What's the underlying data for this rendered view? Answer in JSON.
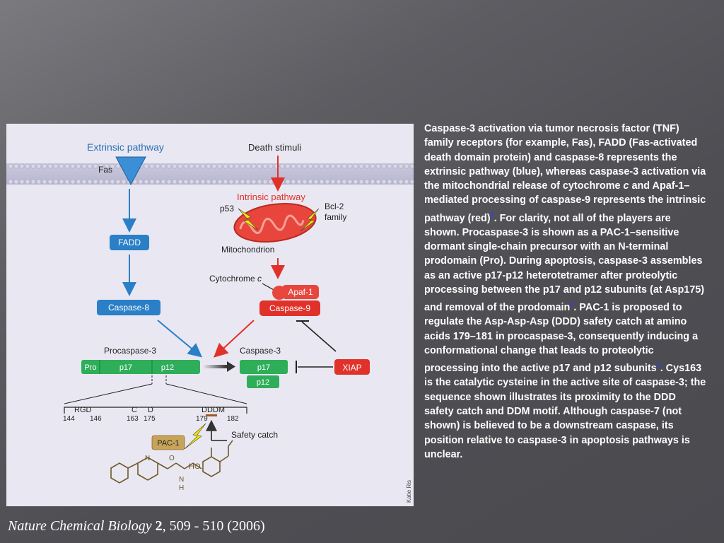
{
  "caption": {
    "p1": "Caspase-3 activation via tumor necrosis factor (TNF) family receptors (for example, Fas), FADD (Fas-activated death domain protein) and caspase-8 represents the extrinsic pathway (blue), whereas caspase-3 activation via the mitochondrial release of cytochrome ",
    "c": "c",
    "p2": " and Apaf-1–mediated processing of caspase-9 represents the intrinsic pathway (red)",
    "ref1": "3",
    "p3": ". For clarity, not all of the players are shown. Procaspase-3 is shown as a PAC-1–sensitive dormant single-chain precursor with an N-terminal prodomain (Pro). During apoptosis, caspase-3 assembles as an active p17-p12 heterotetramer after proteolytic processing between the p17 and p12 subunits (at Asp175) and removal of the prodomain",
    "ref2": "2",
    "p4": ". PAC-1 is proposed to regulate the Asp-Asp-Asp (DDD) safety catch at amino acids 179–181 in procaspase-3, consequently inducing a conformational change that leads to proteolytic processing into the active p17 and p12 subunits",
    "ref3": "1",
    "p5": ". Cys163 is the catalytic cysteine in the active site of caspase-3; the sequence shown illustrates its proximity to the DDD safety catch and DDM motif. Although caspase-7 (not shown) is believed to be a downstream caspase, its position relative to caspase-3 in apoptosis pathways is unclear."
  },
  "citation": {
    "journal": "Nature Chemical Biology",
    "volume": "2",
    "rest": ", 509 - 510 (2006)"
  },
  "diagram": {
    "extrinsic_title": "Extrinsic pathway",
    "death_stimuli": "Death stimuli",
    "fas": "Fas",
    "intrinsic_title": "Intrinsic pathway",
    "p53": "p53",
    "bcl2_line1": "Bcl-2",
    "bcl2_line2": "family",
    "mitochondrion": "Mitochondrion",
    "cytochrome": "Cytochrome ",
    "cytochrome_c": "c",
    "fadd": "FADD",
    "caspase8": "Caspase-8",
    "apaf1": "Apaf-1",
    "caspase9": "Caspase-9",
    "procaspase3_label": "Procaspase-3",
    "caspase3_label": "Caspase-3",
    "pro": "Pro",
    "p17": "p17",
    "p12": "p12",
    "xiap": "XIAP",
    "rgd": "RGD",
    "c_res": "C",
    "d_res": "D",
    "dddm": "DDDM",
    "n144": "144",
    "n146": "146",
    "n163": "163",
    "n175": "175",
    "n179": "179",
    "n182": "182",
    "safety_catch": "Safety catch",
    "pac1": "PAC-1",
    "ho": "HO",
    "n_atom": "N",
    "h_atom": "H",
    "o_atom": "O",
    "artist": "Katie Ris",
    "colors": {
      "extrinsic_blue": "#2a7fc7",
      "intrinsic_red": "#e0322a",
      "caspase_green": "#2fae5a",
      "pac1_tan": "#c8a45a"
    }
  }
}
